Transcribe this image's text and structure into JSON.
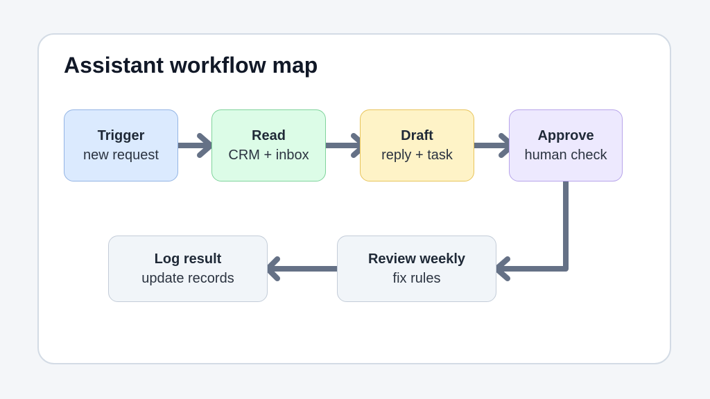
{
  "title": "Assistant workflow map",
  "colors": {
    "arrow": "#657186",
    "trigger_fill": "#dbeafe",
    "trigger_border": "#93b4e4",
    "read_fill": "#dcfce7",
    "read_border": "#7fd39b",
    "draft_fill": "#fef3c7",
    "draft_border": "#e8c45a",
    "approve_fill": "#ede9fe",
    "approve_border": "#b7a4ea",
    "neutral_fill": "#f1f5f9",
    "neutral_border": "#c3ccd8"
  },
  "nodes": {
    "trigger": {
      "name": "Trigger",
      "sub": "new request"
    },
    "read": {
      "name": "Read",
      "sub": "CRM + inbox"
    },
    "draft": {
      "name": "Draft",
      "sub": "reply + task"
    },
    "approve": {
      "name": "Approve",
      "sub": "human check"
    },
    "review": {
      "name": "Review weekly",
      "sub": "fix rules"
    },
    "log": {
      "name": "Log result",
      "sub": "update records"
    }
  },
  "edges": [
    {
      "from": "Trigger",
      "to": "Read"
    },
    {
      "from": "Read",
      "to": "Draft"
    },
    {
      "from": "Draft",
      "to": "Approve"
    },
    {
      "from": "Approve",
      "to": "Review weekly"
    },
    {
      "from": "Review weekly",
      "to": "Log result"
    }
  ]
}
